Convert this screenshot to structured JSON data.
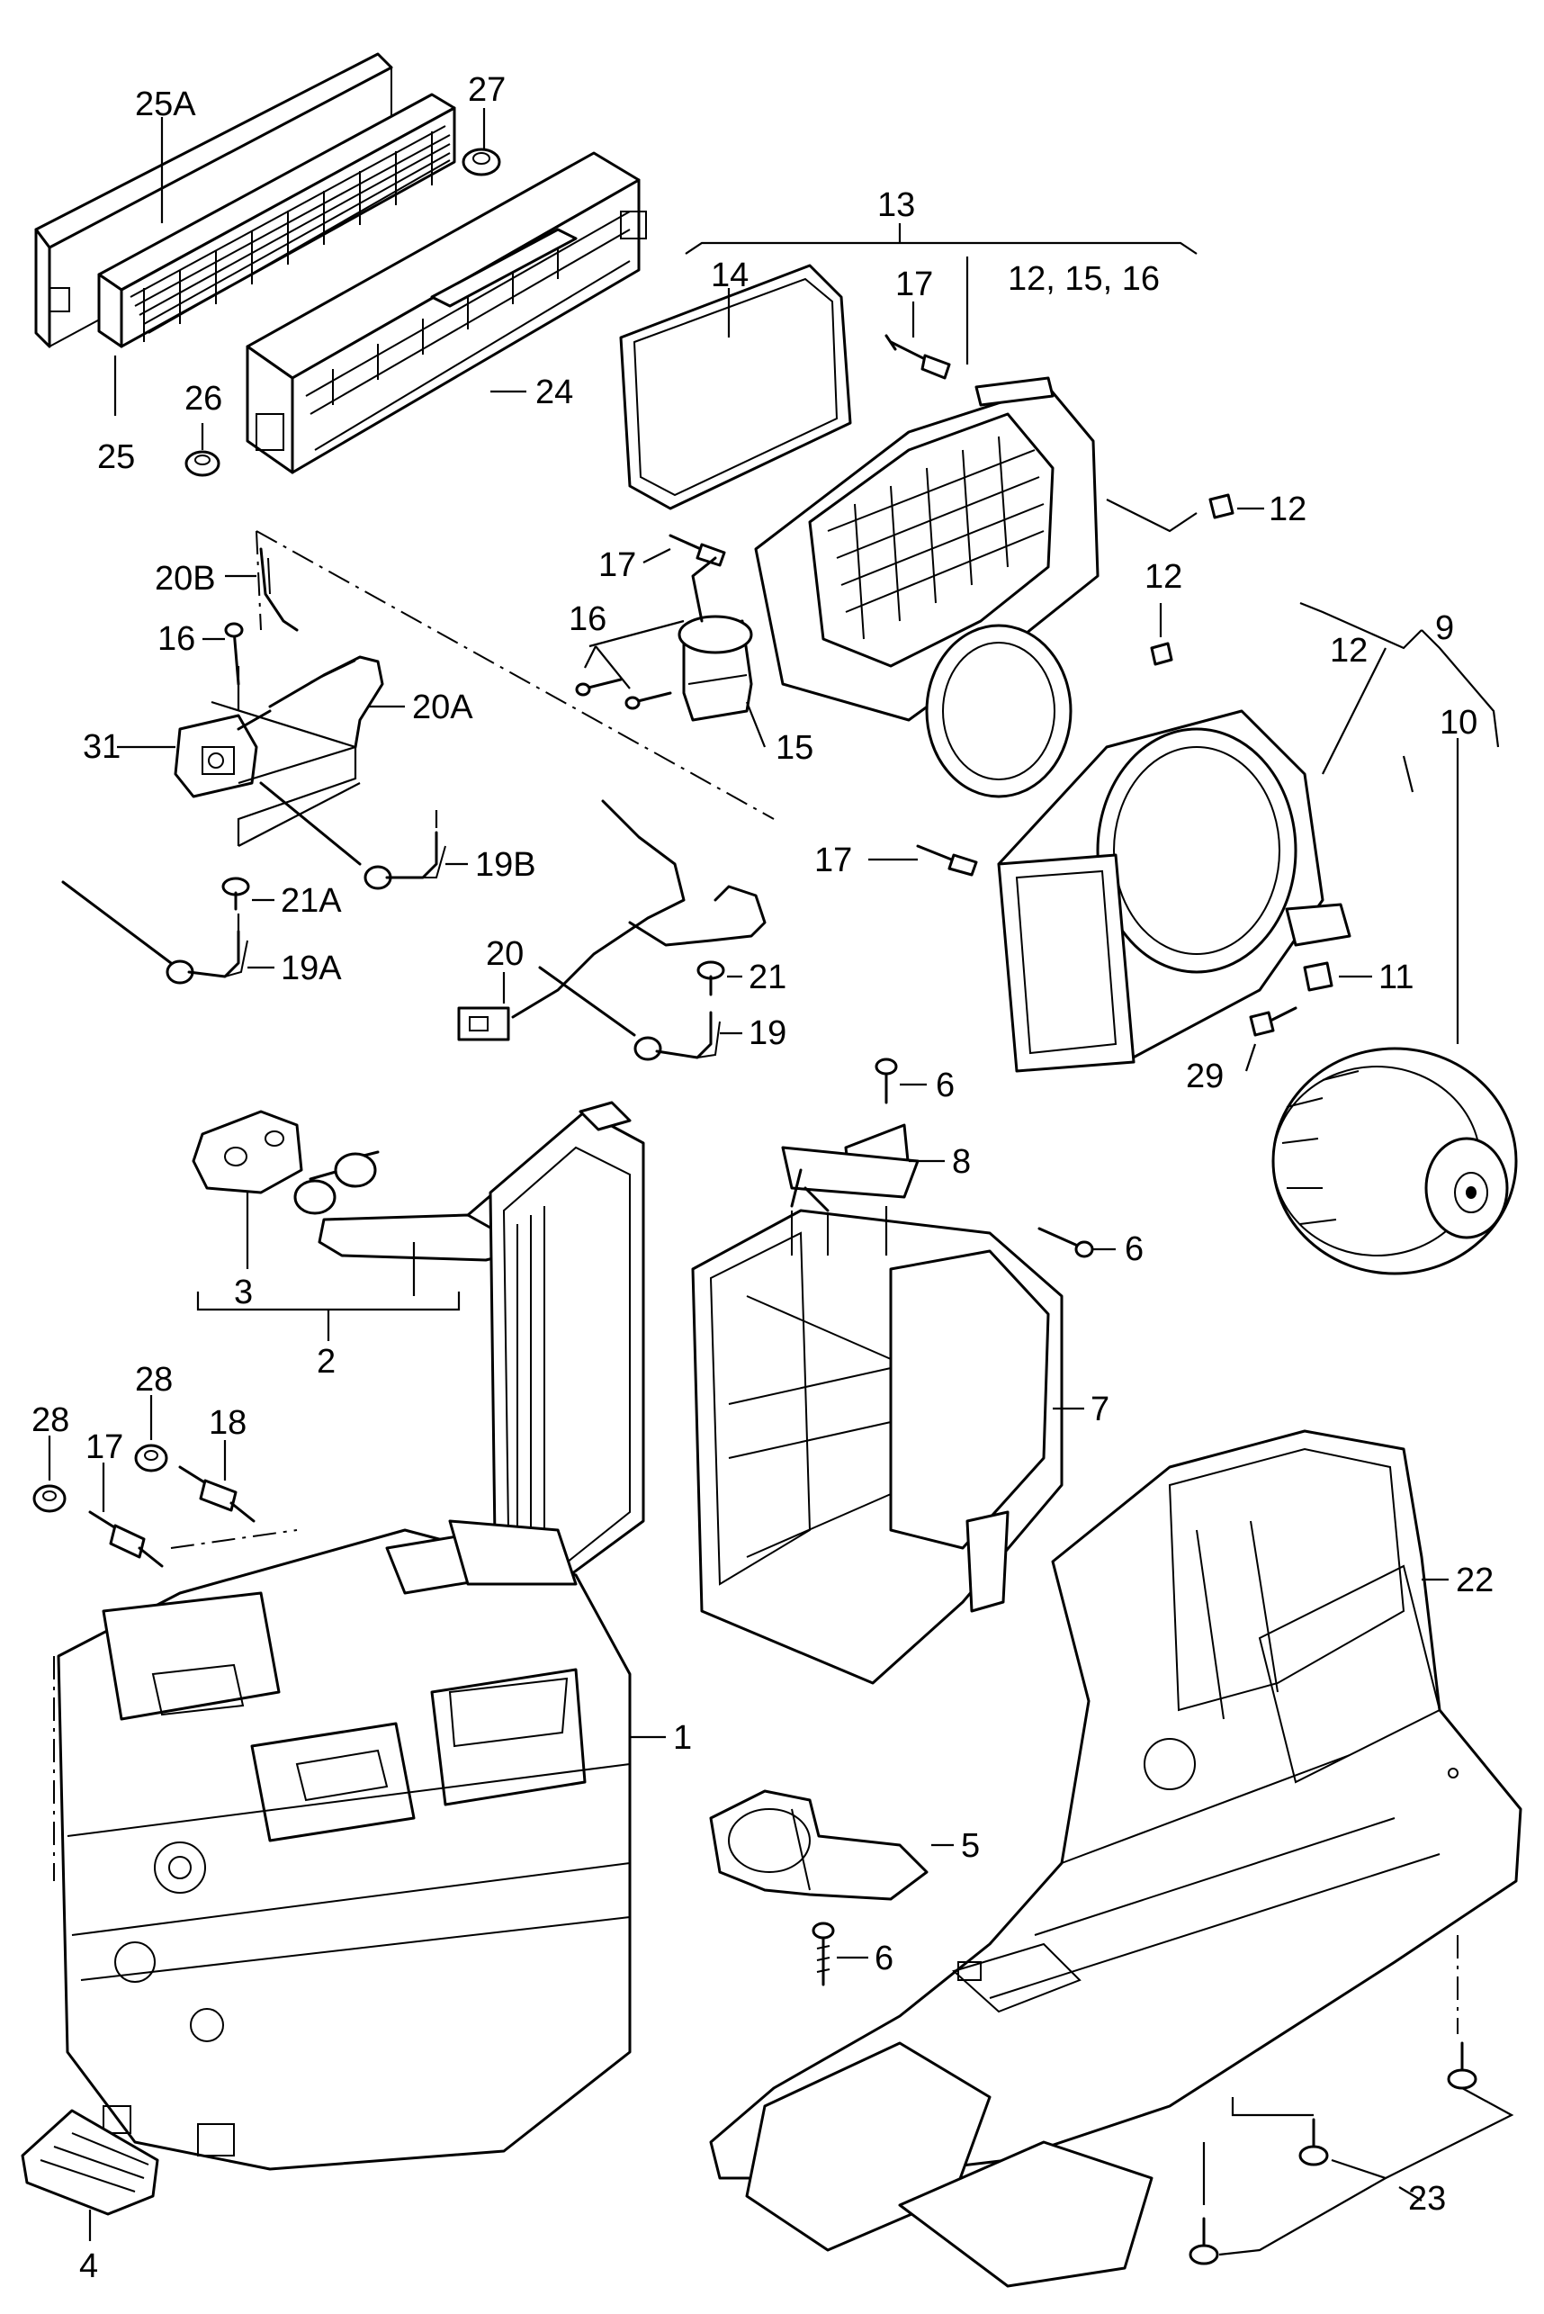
{
  "callouts": {
    "c25A": "25A",
    "c27": "27",
    "c13": "13",
    "c14": "14",
    "c17a": "17",
    "c12_15_16": "12, 15, 16",
    "c26": "26",
    "c24": "24",
    "c25": "25",
    "c12a": "12",
    "c20B": "20B",
    "c17b": "17",
    "c12b": "12",
    "c16a": "16",
    "c16b": "16",
    "c12c": "12",
    "c9": "9",
    "c20A": "20A",
    "c10": "10",
    "c31": "31",
    "c15": "15",
    "c17c": "17",
    "c19B": "19B",
    "c21A": "21A",
    "c11": "11",
    "c20": "20",
    "c21": "21",
    "c19A": "19A",
    "c29": "29",
    "c19": "19",
    "c6a": "6",
    "c8": "8",
    "c6b": "6",
    "c3": "3",
    "c2": "2",
    "c7": "7",
    "c28a": "28",
    "c28b": "28",
    "c18": "18",
    "c17d": "17",
    "c22": "22",
    "c1": "1",
    "c5": "5",
    "c6c": "6",
    "c23": "23",
    "c4": "4"
  }
}
